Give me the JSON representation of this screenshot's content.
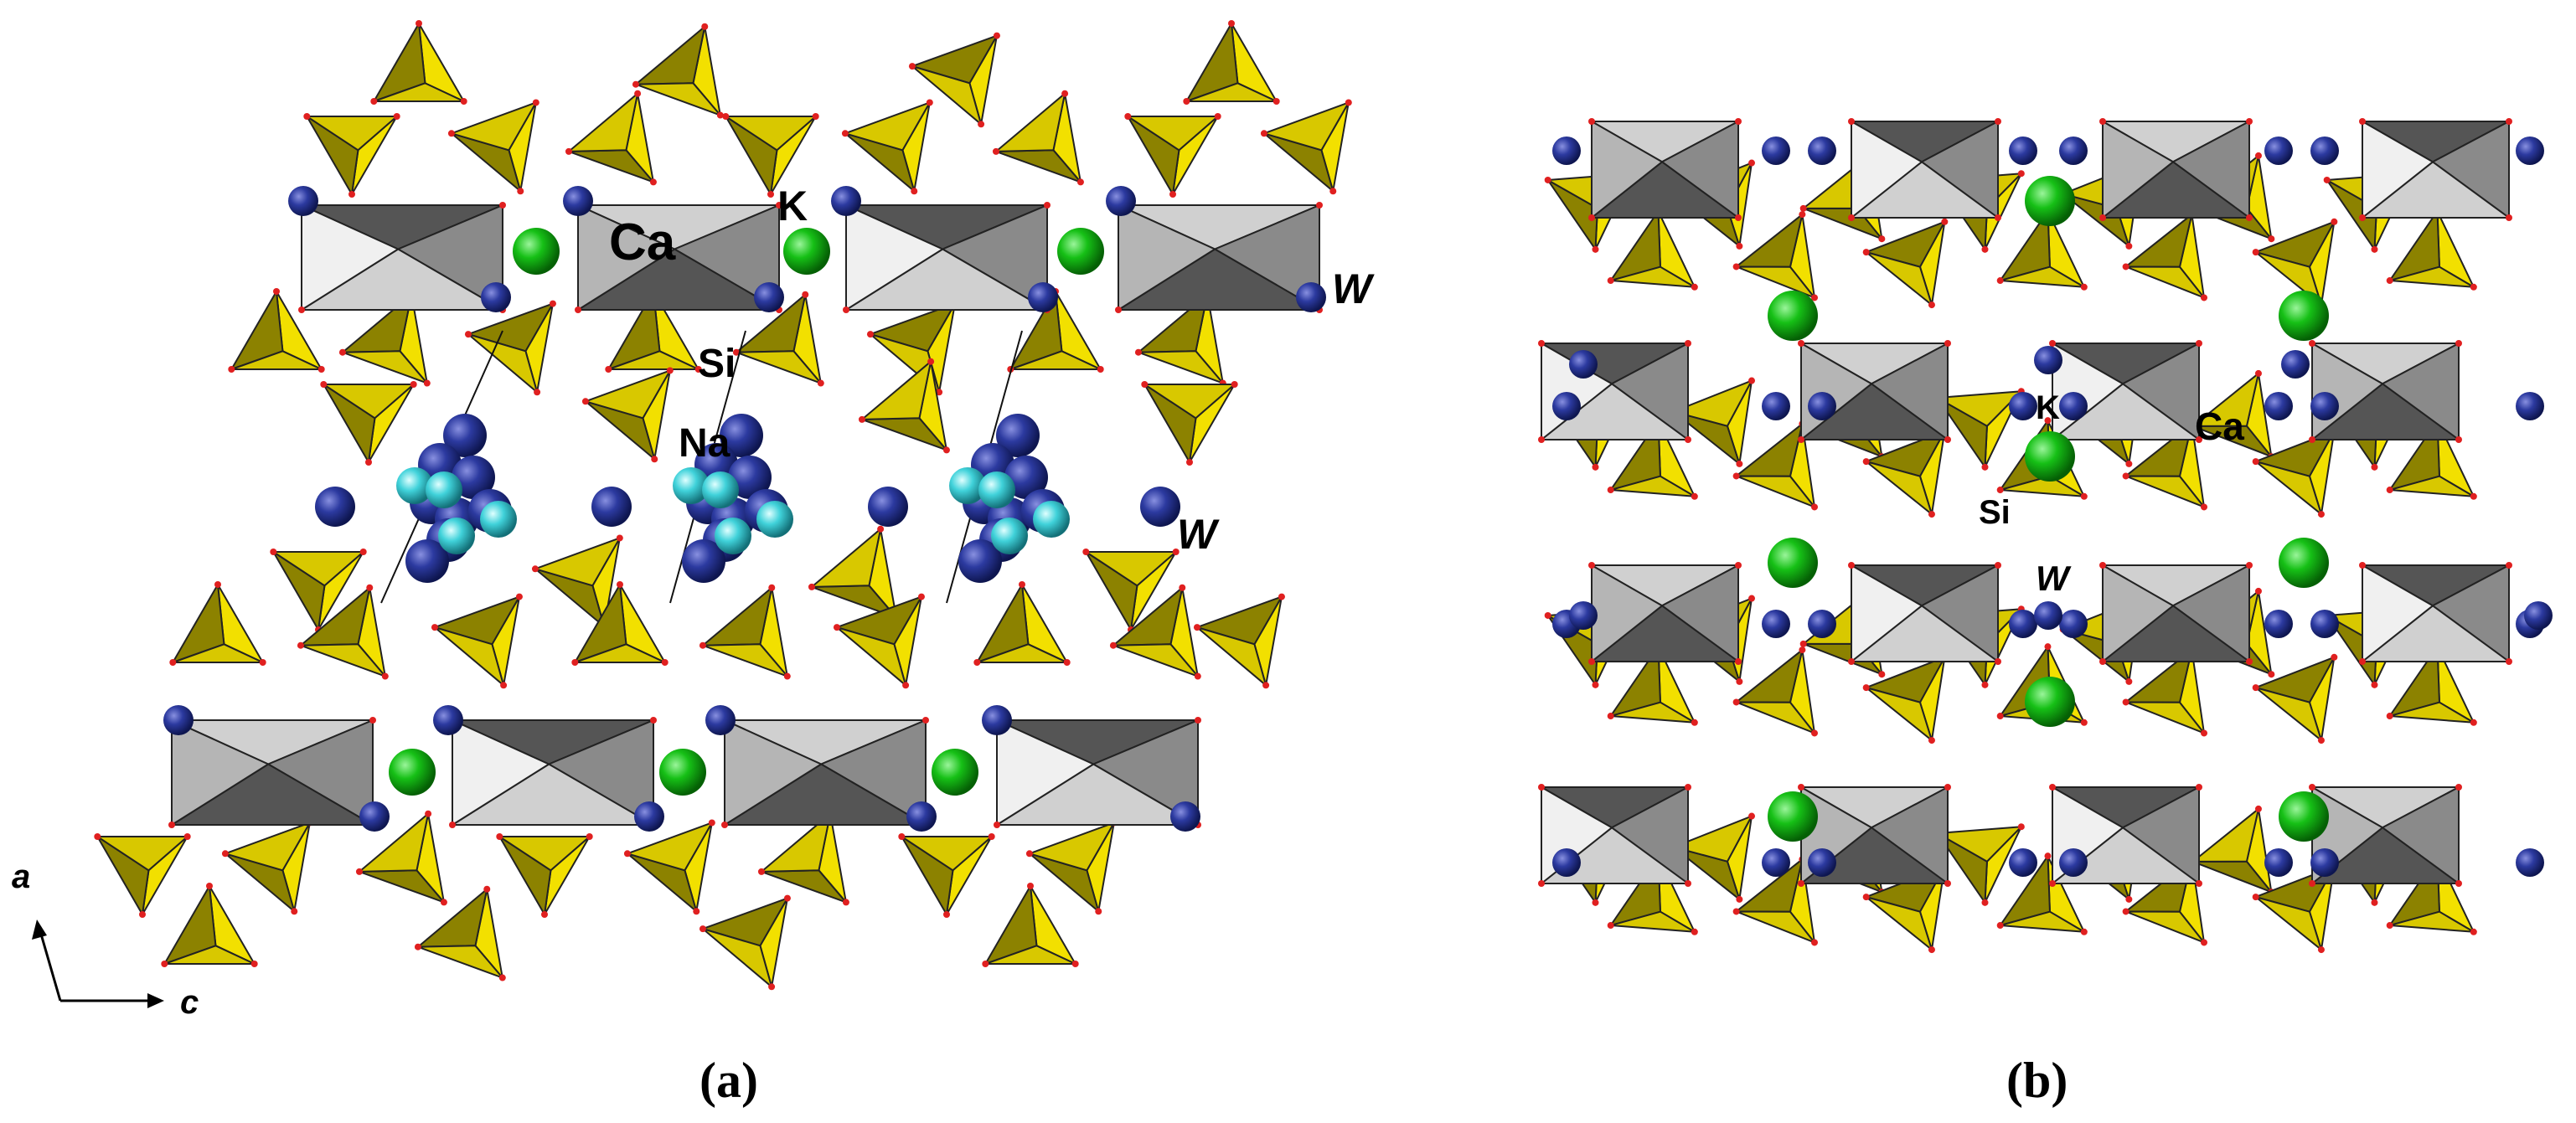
{
  "panels": [
    {
      "caption": "(a)"
    },
    {
      "caption": "(b)"
    }
  ],
  "labels_a": {
    "ca": "Ca",
    "k": "K",
    "si": "Si",
    "na": "Na",
    "w_top": "W",
    "w_mid": "W"
  },
  "labels_b": {
    "k": "K",
    "ca": "Ca",
    "si": "Si",
    "w": "W"
  },
  "axes": {
    "a": "a",
    "c": "c"
  },
  "colors": {
    "si_tetrahedron": "#f2e000",
    "si_tetrahedron_dark": "#8c8200",
    "ca_octahedron_light": "#d0d0d0",
    "ca_octahedron_dark": "#555555",
    "k_atom": "#10b010",
    "w_atom": "#2a3590",
    "na_atom": "#40d0d8",
    "oxygen": "#e02020"
  }
}
